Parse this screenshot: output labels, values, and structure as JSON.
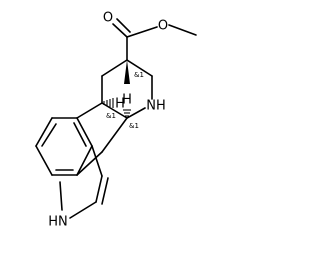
{
  "molecule": {
    "atoms": {
      "o_carbonyl": "O",
      "o_ester": "O",
      "nh_ring": "NH",
      "hn_indole": "HN",
      "h_c10": "H",
      "h_c5": "H"
    },
    "stereo": {
      "c8": "&1",
      "c10": "&1",
      "c5": "&1"
    },
    "colors": {
      "bond": "#000000",
      "text": "#000000",
      "background": "#ffffff"
    }
  }
}
